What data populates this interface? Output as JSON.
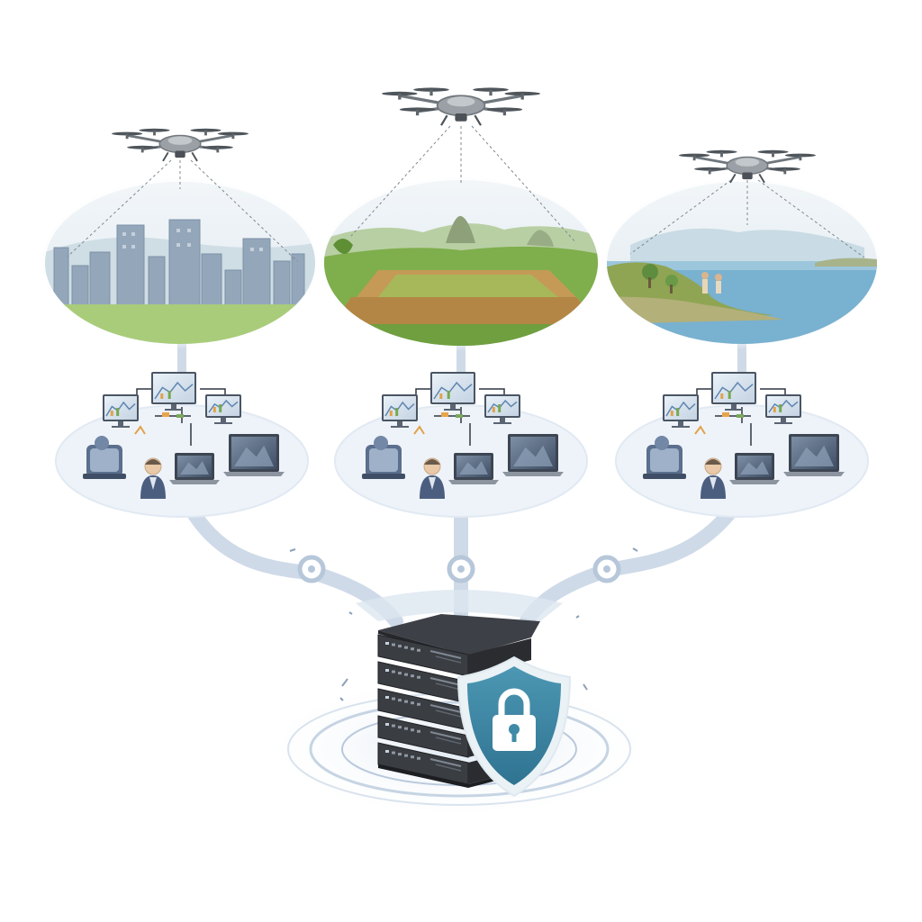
{
  "diagram": {
    "colors": {
      "background": "#ffffff",
      "connector": "#c9d6e6",
      "connector_dark": "#a9bcd3",
      "cloud_fill": "#eef3f9",
      "shield": "#3f8aa6",
      "shield_rim": "#e9f1f5",
      "server": "#2d2f33",
      "server_face": "#3a3d42",
      "led": "#9aa3ad",
      "drone": "#8e9499",
      "sky": "#e8eff4",
      "grass": "#a8c878",
      "water": "#6ea7c9",
      "city": "#8fa3b8",
      "field_green": "#79a848",
      "field_brown": "#b88a4a"
    },
    "scenes": [
      {
        "id": "city",
        "icon": "city-skyline-icon"
      },
      {
        "id": "farmland",
        "icon": "farmland-icon"
      },
      {
        "id": "coast",
        "icon": "coastline-icon"
      }
    ],
    "hub_icon": "server-rack-icon",
    "security_icon": "padlock-shield-icon"
  }
}
